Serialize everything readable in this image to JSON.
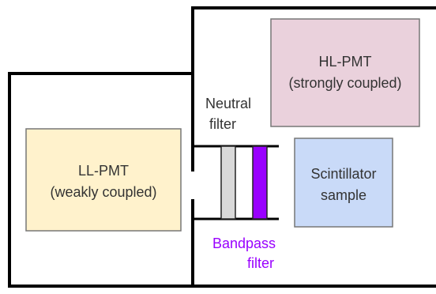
{
  "boxes": {
    "hl_pmt": {
      "line1": "HL-PMT",
      "line2": "(strongly coupled)",
      "fill": "#ead1dc"
    },
    "ll_pmt": {
      "line1": "LL-PMT",
      "line2": "(weakly coupled)",
      "fill": "#fff2cc"
    },
    "scintillator": {
      "line1": "Scintillator",
      "line2": "sample",
      "fill": "#c9daf8"
    }
  },
  "labels": {
    "neutral_filter": {
      "line1": "Neutral",
      "line2": "filter"
    },
    "bandpass_filter": {
      "line1": "Bandpass",
      "line2": "filter",
      "color": "#9900ff"
    }
  },
  "filters": {
    "neutral_fill": "#d9d9d9",
    "bandpass_fill": "#9900ff"
  },
  "colors": {
    "wall": "#000000",
    "box_border": "#777777",
    "text": "#333333"
  }
}
